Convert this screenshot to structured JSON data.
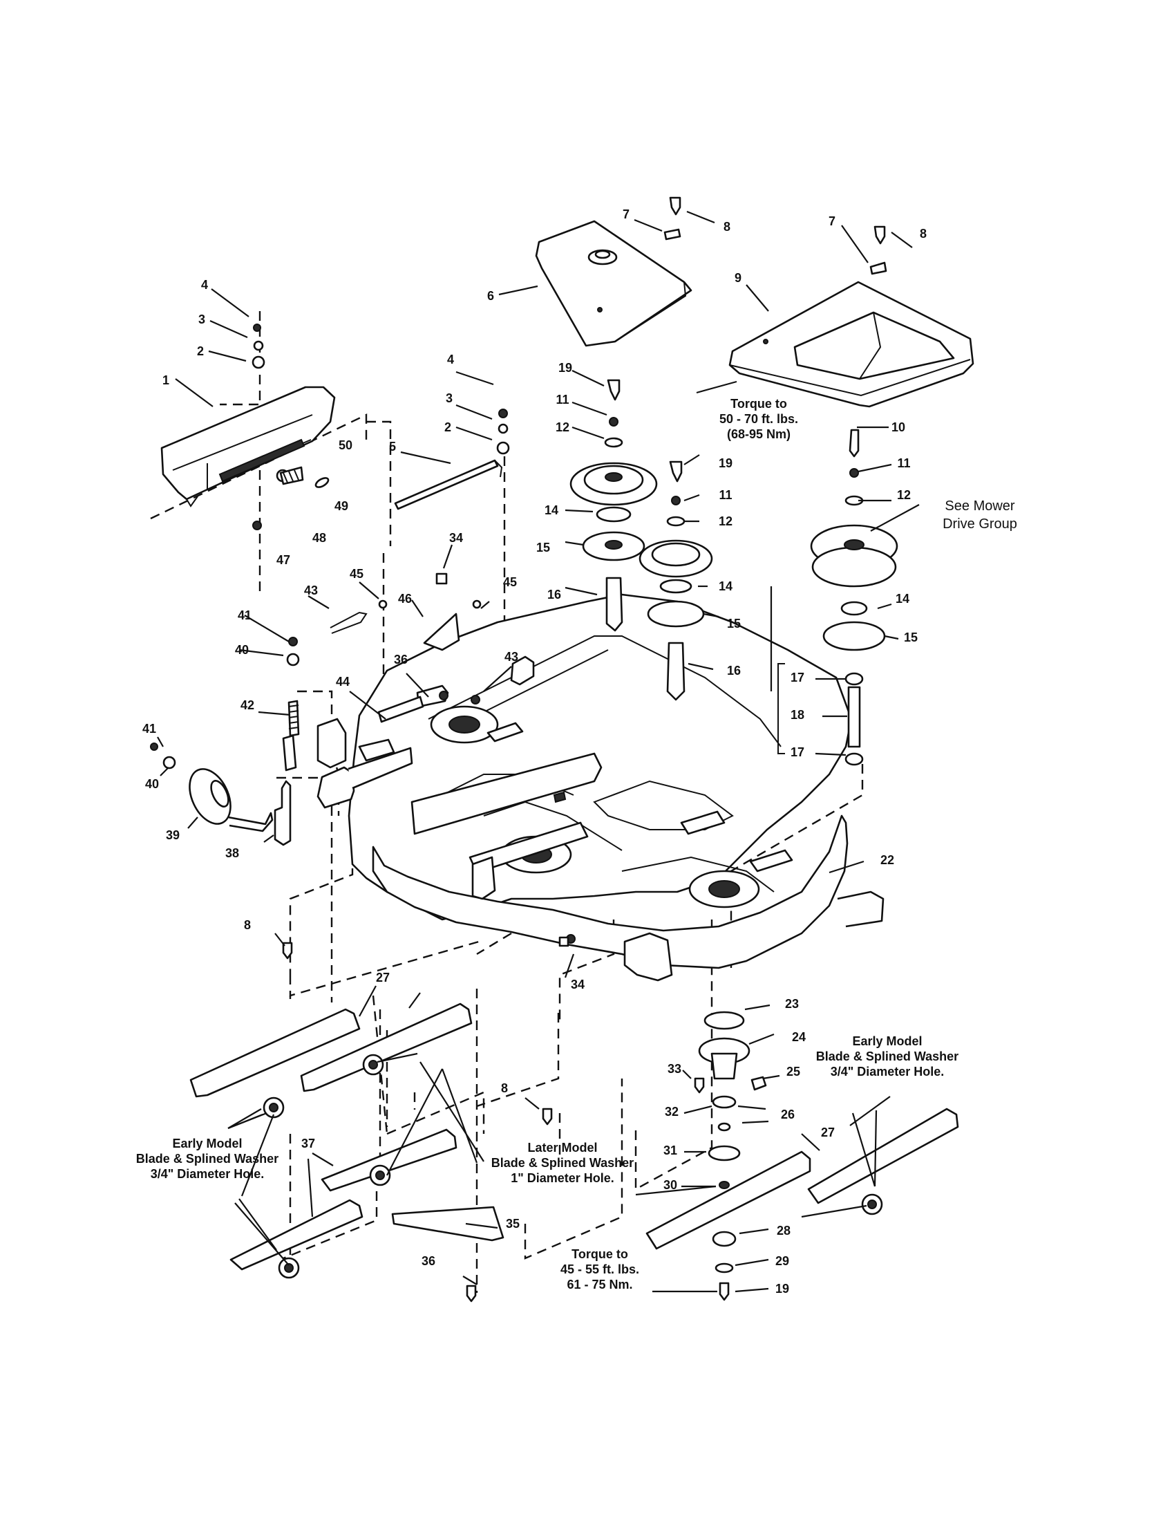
{
  "callouts": {
    "c1": "1",
    "c2a": "2",
    "c3a": "3",
    "c4a": "4",
    "c2b": "2",
    "c3b": "3",
    "c4b": "4",
    "c5": "5",
    "c6": "6",
    "c7a": "7",
    "c8a": "8",
    "c7b": "7",
    "c8b": "8",
    "c9": "9",
    "c10": "10",
    "c11a": "11",
    "c12a": "12",
    "c11b": "11",
    "c12b": "12",
    "c11c": "11",
    "c12c": "12",
    "c14a": "14",
    "c15a": "15",
    "c16a": "16",
    "c14b": "14",
    "c15b": "15",
    "c16b": "16",
    "c14c": "14",
    "c15c": "15",
    "c17a": "17",
    "c18": "18",
    "c17b": "17",
    "c19a": "19",
    "c19b": "19",
    "c19c": "19",
    "c22": "22",
    "c23": "23",
    "c24": "24",
    "c25": "25",
    "c26": "26",
    "c27a": "27",
    "c27b": "27",
    "c28": "28",
    "c29": "29",
    "c30": "30",
    "c31": "31",
    "c32": "32",
    "c33": "33",
    "c34a": "34",
    "c34b": "34",
    "c35": "35",
    "c36a": "36",
    "c36b": "36",
    "c37": "37",
    "c38": "38",
    "c39": "39",
    "c40a": "40",
    "c40b": "40",
    "c41a": "41",
    "c41b": "41",
    "c42": "42",
    "c43a": "43",
    "c43b": "43",
    "c44": "44",
    "c45a": "45",
    "c45b": "45",
    "c46": "46",
    "c47": "47",
    "c48": "48",
    "c49": "49",
    "c50": "50",
    "c8c": "8",
    "c8d": "8"
  },
  "notes": {
    "torque_spindle": [
      "Torque to",
      "50 - 70 ft. lbs.",
      "(68-95 Nm)"
    ],
    "mower_drive": [
      "See Mower",
      "Drive Group"
    ],
    "early_left": [
      "Early Model",
      "Blade & Splined Washer",
      "3/4\" Diameter Hole."
    ],
    "later_model": [
      "Later Model",
      "Blade & Splined Washer",
      "1\" Diameter Hole."
    ],
    "early_right": [
      "Early Model",
      "Blade & Splined Washer",
      "3/4\" Diameter Hole."
    ],
    "torque_blade": [
      "Torque to",
      "45 - 55 ft. lbs.",
      "61 - 75 Nm."
    ]
  }
}
